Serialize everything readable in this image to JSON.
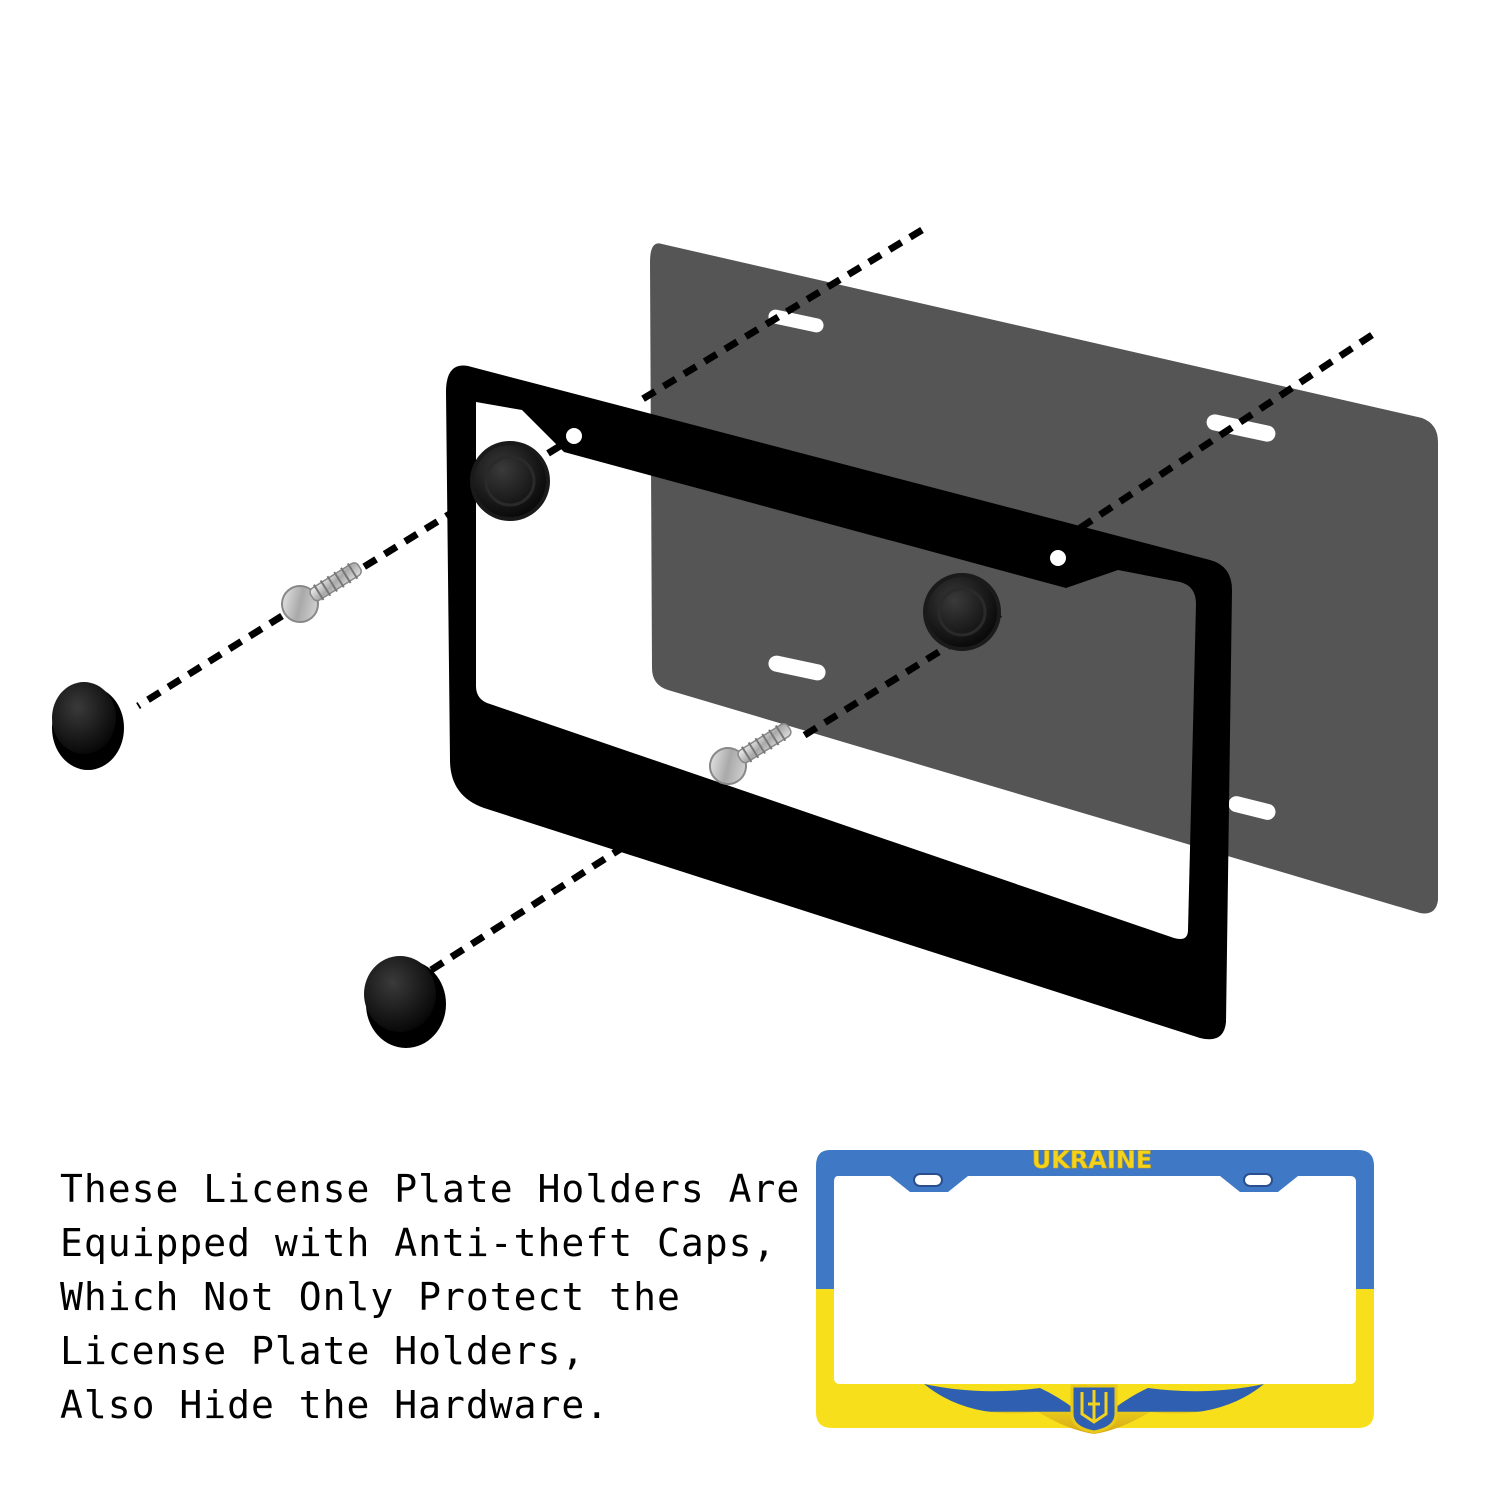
{
  "caption": {
    "lines": [
      "These License Plate Holders Are",
      "Equipped with Anti-theft Caps,",
      "Which Not Only Protect the",
      "License Plate Holders,",
      "Also Hide the Hardware."
    ]
  },
  "frame_preview": {
    "label": "UKRAINE",
    "colors": {
      "blue": "#3f78c4",
      "yellow": "#f7e01b",
      "label": "#f5d21c"
    }
  },
  "colors": {
    "plate": "#555555",
    "frame": "#000000",
    "cap": "#0d0d0d",
    "screw": "#cfcfcf"
  },
  "icons": [
    "screw-icon",
    "cap-icon",
    "trident-icon"
  ]
}
